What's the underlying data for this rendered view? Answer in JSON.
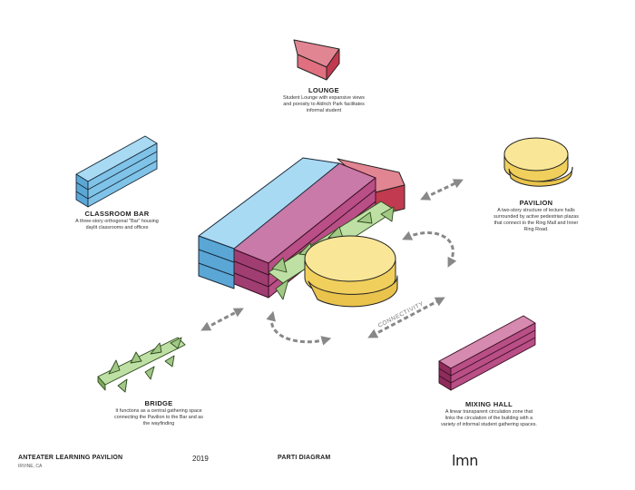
{
  "labels": {
    "lounge": {
      "title": "LOUNGE",
      "desc": "Student Lounge with expansive views and porosity to Aldrich Park facilitates informal student"
    },
    "classroom_bar": {
      "title": "CLASSROOM BAR",
      "desc": "A three-story orthogonal \"Bar\" housing daylit classrooms and offices"
    },
    "pavilion": {
      "title": "PAVILION",
      "desc": "A two-story structure of lecture halls surrounded by active pedestrian plazas that connect to the Ring Mall and Inner Ring Road."
    },
    "bridge": {
      "title": "BRIDGE",
      "desc": "It functions as a central gathering space connecting the Pavilion to the Bar and as the wayfinding"
    },
    "mixing_hall": {
      "title": "MIXING HALL",
      "desc": "A linear transparent circulation zone that links the circulation of the building with a variety of informal student gathering spaces."
    }
  },
  "connectivity_label": "CONNECTIVITY",
  "footer": {
    "project": "ANTEATER LEARNING PAVILION",
    "location": "IRVINE, CA",
    "year": "2019",
    "diagram": "PARTI DIAGRAM",
    "logo": "lmn"
  },
  "colors": {
    "classroom_blue": "#7fc3e8",
    "mixing_purple": "#b94f86",
    "lounge_red": "#e1707f",
    "pavilion_yellow": "#f6de7c",
    "bridge_green": "#b5d49a",
    "arrow_gray": "#888888"
  }
}
